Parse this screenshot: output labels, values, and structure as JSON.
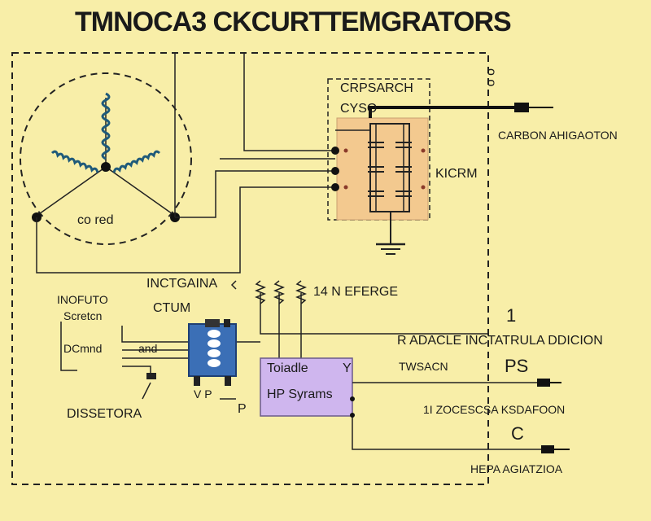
{
  "title": "TMNOCA3 CKCURTTEMGRATORS",
  "colors": {
    "background": "#f8eea8",
    "stator_module": "#f3c98f",
    "control_chip": "#3b6fb6",
    "system_box": "#cfb6ee",
    "wire": "#222222"
  },
  "labels": {
    "stator_core": "co red",
    "capacitor_top": "CRPSARCH",
    "capacitor_sub": "CYSO",
    "kicrm": "KICRM",
    "carbon_indicator": "CARBON AHIGAOTON",
    "mount_symbol": "o o",
    "induction_line1": "INOFUTO",
    "induction_line2": "Scretcn",
    "dcmnd": "DCmnd",
    "and": "and",
    "ctum": "CTUM",
    "vp": "V P",
    "p": "P",
    "dissetora": "DISSETORA",
    "inctgaina": "INCTGAINA",
    "energe": "14 N EFERGE",
    "one": "1",
    "radacle": "R ADACLE INCTATRULA DDICION",
    "twsacn": "TWSACN",
    "ps": "PS",
    "zocescsa": "1I ZOCESCSA KSDAFOON",
    "c": "C",
    "hepa": "HEPA AGIATZIOA",
    "system_line1": "Toiadle",
    "system_y": "Y",
    "system_line2": "HP Syrams"
  }
}
